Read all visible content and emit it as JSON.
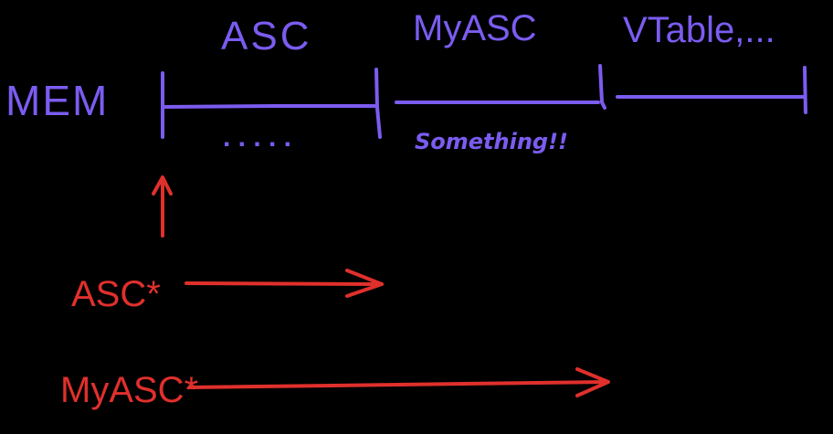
{
  "colors": {
    "background": "#000000",
    "memory": "#7b5cf0",
    "pointer": "#e0302c"
  },
  "memory": {
    "label": "MEM",
    "segments": [
      {
        "label": "ASC",
        "sublabel": ". . . . ."
      },
      {
        "label": "MyASC",
        "sublabel": "Something!!"
      },
      {
        "label": "VTable,...",
        "sublabel": ""
      }
    ]
  },
  "pointers": [
    {
      "label": "ASC*"
    },
    {
      "label": "MyASC*"
    }
  ]
}
